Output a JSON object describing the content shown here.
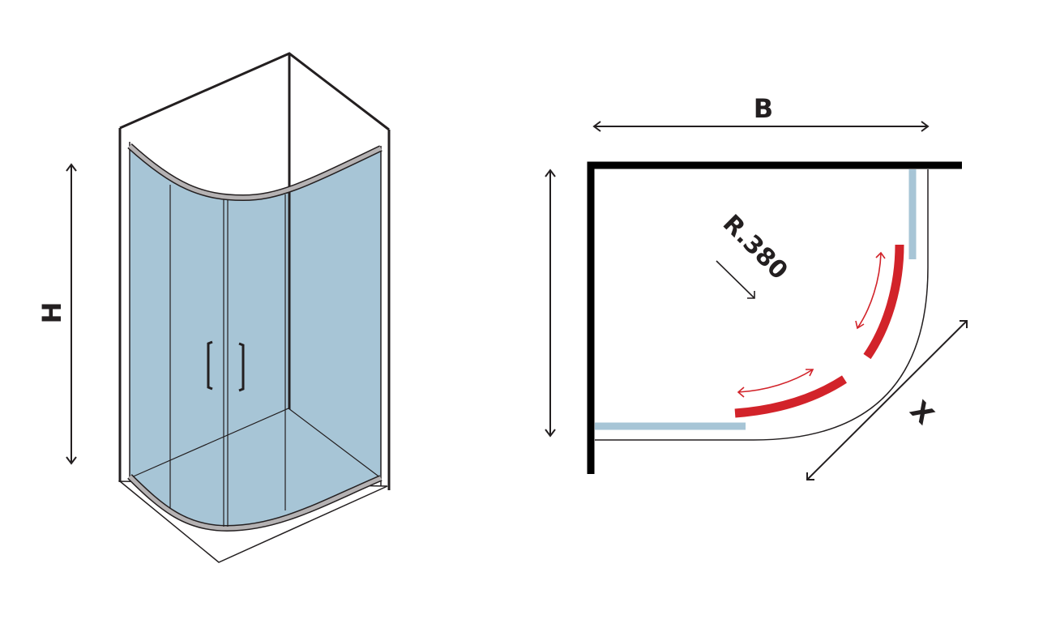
{
  "labels": {
    "height": "H",
    "width": "B",
    "diagonal": "X",
    "radius": "R.380"
  },
  "colors": {
    "glass": "#a7c5d6",
    "frame": "#1a1a1a",
    "profile": "#b5b2b3",
    "wall": "#000000",
    "sliding_arrow": "#d2232a"
  }
}
